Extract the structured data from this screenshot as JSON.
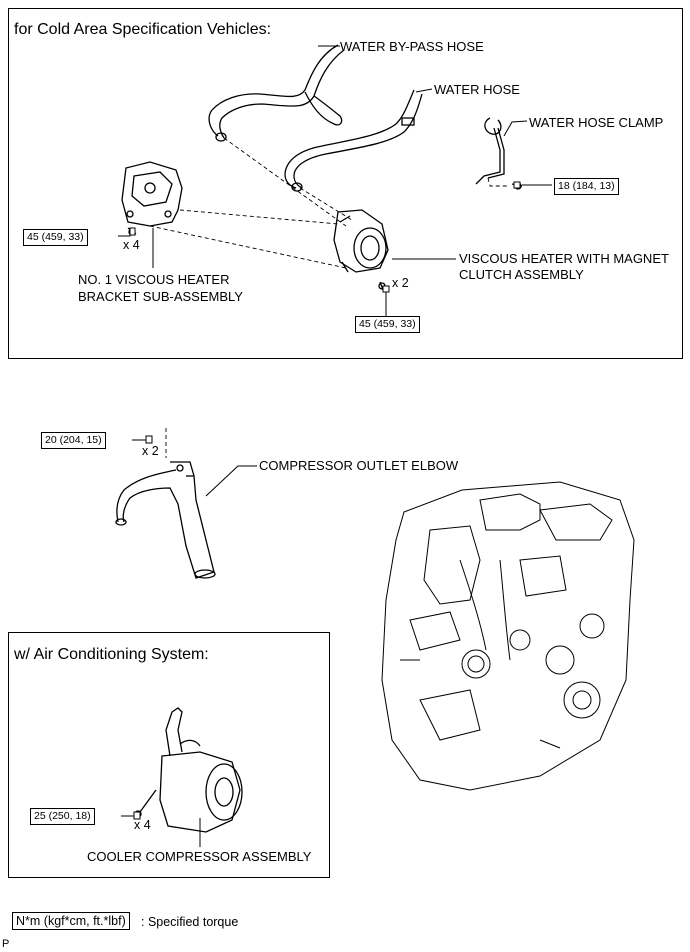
{
  "cold_area": {
    "heading": "for Cold Area Specification Vehicles:",
    "labels": {
      "bypass_hose": "WATER BY-PASS HOSE",
      "water_hose": "WATER HOSE",
      "hose_clamp": "WATER HOSE CLAMP",
      "heater_line1": "VISCOUS HEATER WITH MAGNET",
      "heater_line2": "CLUTCH ASSEMBLY",
      "bracket_line1": "NO. 1 VISCOUS HEATER",
      "bracket_line2": "BRACKET SUB-ASSEMBLY"
    },
    "torques": {
      "bracket": "45 (459, 33)",
      "heater": "45 (459, 33)",
      "clamp": "18 (184, 13)"
    },
    "quantities": {
      "bracket": "x 4",
      "heater": "x 2"
    }
  },
  "elbow": {
    "label": "COMPRESSOR OUTLET ELBOW",
    "torque": "20 (204, 15)",
    "quantity": "x 2"
  },
  "air_conditioning": {
    "heading": "w/ Air Conditioning System:",
    "label": "COOLER COMPRESSOR ASSEMBLY",
    "torque": "25 (250, 18)",
    "quantity": "x 4"
  },
  "legend": {
    "unit": "N*m (kgf*cm, ft.*lbf)",
    "text": ": Specified torque"
  },
  "corner_mark": "P"
}
